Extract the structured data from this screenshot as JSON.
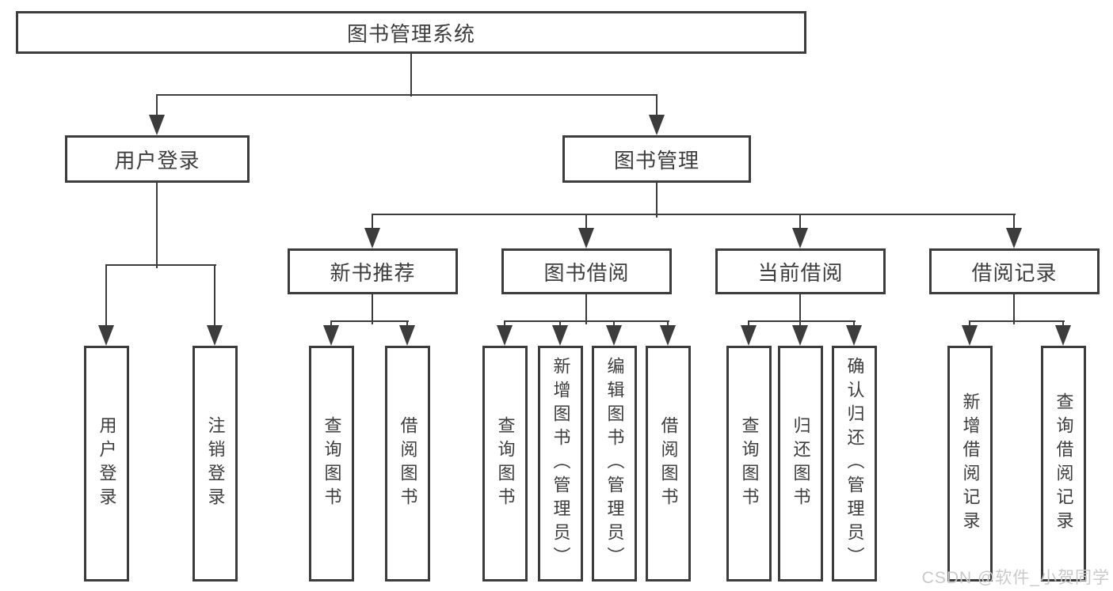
{
  "title": "图书管理系统",
  "watermark": "CSDN @软件_小贺同学",
  "colors": {
    "line": "#3c3c3c",
    "text": "#3d3d3d",
    "bg": "#ffffff",
    "watermark": "#c9c9c9"
  },
  "tree": {
    "root_label": "图书管理系统",
    "branches": [
      {
        "label": "用户登录",
        "leaves": [
          "用户登录",
          "注销登录"
        ]
      },
      {
        "label": "图书管理",
        "children": [
          {
            "label": "新书推荐",
            "leaves": [
              "查询图书",
              "借阅图书"
            ]
          },
          {
            "label": "图书借阅",
            "leaves": [
              "查询图书",
              "新增图书（管理员）",
              "编辑图书（管理员）",
              "借阅图书"
            ]
          },
          {
            "label": "当前借阅",
            "leaves": [
              "查询图书",
              "归还图书",
              "确认归还（管理员）"
            ]
          },
          {
            "label": "借阅记录",
            "leaves": [
              "新增借阅记录",
              "查询借阅记录"
            ]
          }
        ]
      }
    ]
  }
}
